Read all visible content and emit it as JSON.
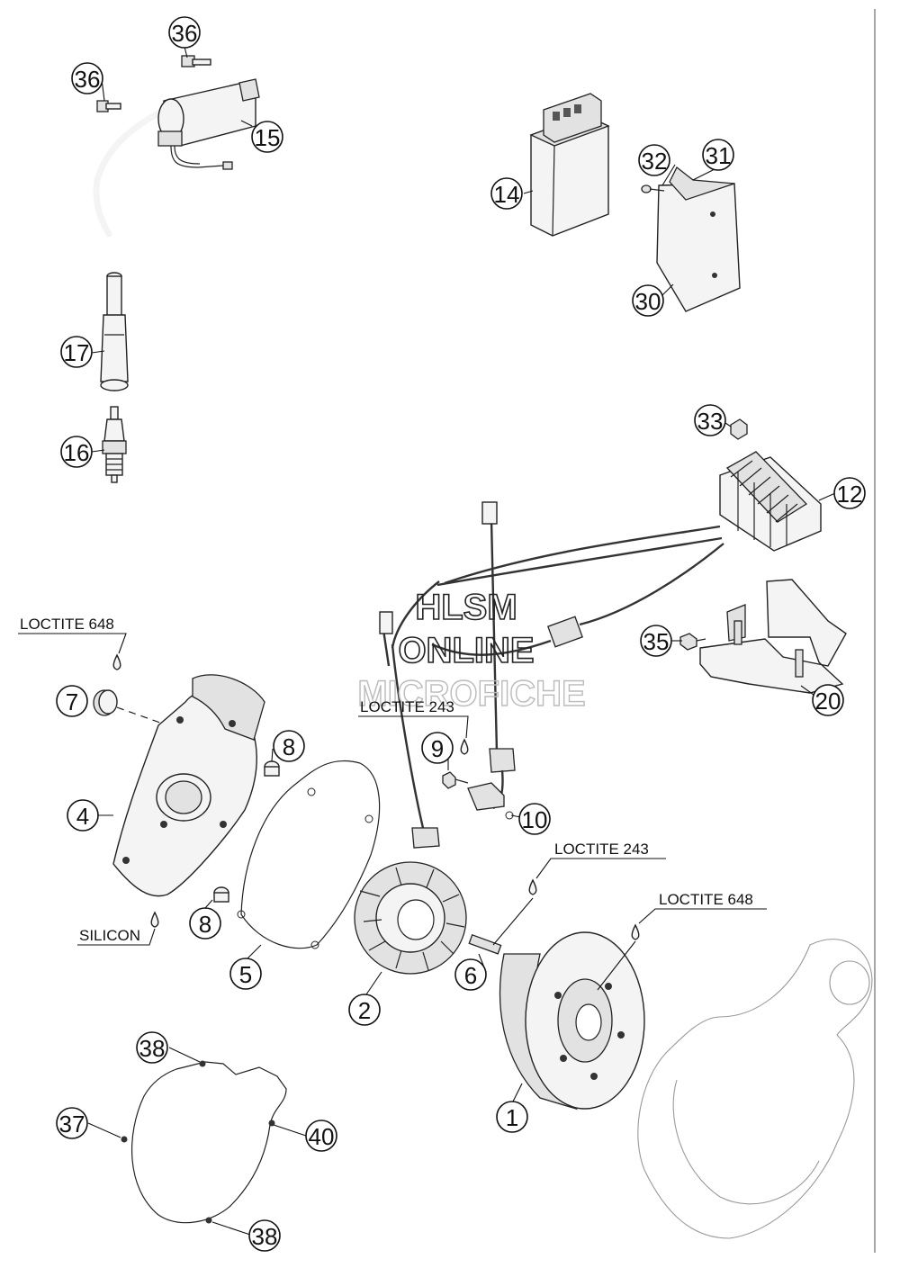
{
  "watermark": {
    "line1": "HLSM",
    "line2": "ONLINE",
    "line3": "MICROFICHE"
  },
  "notes": {
    "loctite_648_top": "LOCTITE 648",
    "loctite_243_mid": "LOCTITE 243",
    "loctite_243_right": "LOCTITE 243",
    "loctite_648_right": "LOCTITE 648",
    "silicon": "SILICON"
  },
  "callouts": {
    "c36a": "36",
    "c36b": "36",
    "c15": "15",
    "c17": "17",
    "c16": "16",
    "c14": "14",
    "c32": "32",
    "c31": "31",
    "c30": "30",
    "c33": "33",
    "c12": "12",
    "c35": "35",
    "c20": "20",
    "c7": "7",
    "c8a": "8",
    "c4": "4",
    "c8b": "8",
    "c5": "5",
    "c9": "9",
    "c10": "10",
    "c2": "2",
    "c6": "6",
    "c1": "1",
    "c38a": "38",
    "c37": "37",
    "c40": "40",
    "c38b": "38"
  }
}
